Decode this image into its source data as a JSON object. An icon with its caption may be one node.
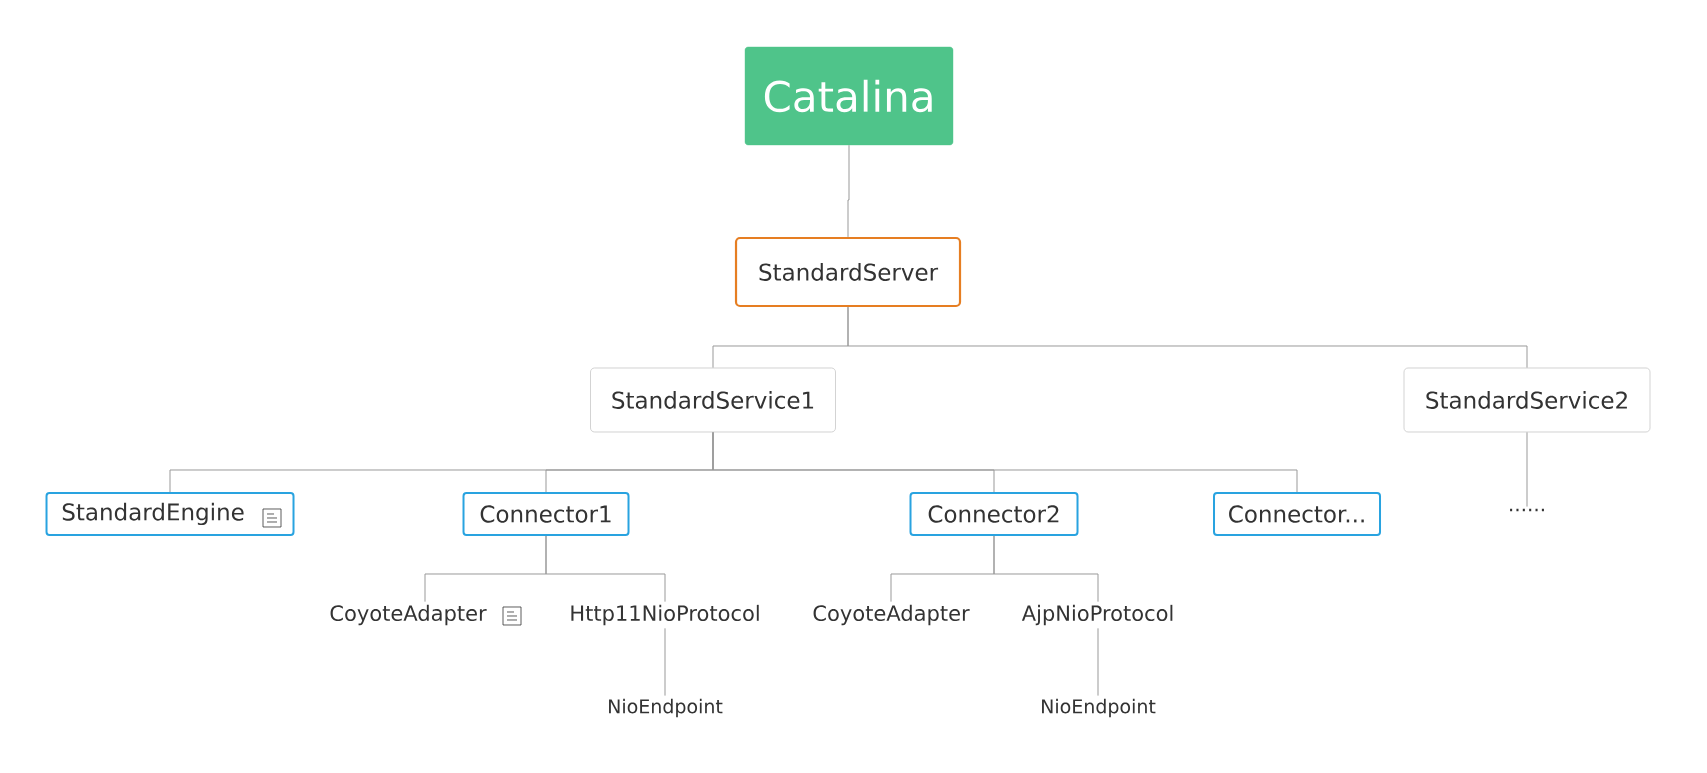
{
  "diagram": {
    "nodes": [
      {
        "text": [
          "Catalina"
        ]
      },
      {
        "text": [
          "StandardServer"
        ]
      },
      {
        "text": [
          "StandardService1"
        ]
      },
      {
        "text": [
          "StandardService2"
        ]
      },
      {
        "text": [
          "StandardEngine"
        ]
      },
      {
        "text": [
          "Connector1"
        ]
      },
      {
        "text": [
          "Connector2"
        ]
      },
      {
        "text": [
          "Connector..."
        ]
      },
      {
        "text": [
          "......"
        ]
      },
      {
        "text": [
          "CoyoteAdapter"
        ]
      },
      {
        "text": [
          "Http11NioProtocol"
        ]
      },
      {
        "text": [
          "CoyoteAdapter"
        ]
      },
      {
        "text": [
          "AjpNioProtocol"
        ]
      },
      {
        "text": [
          "NioEndpoint"
        ]
      },
      {
        "text": [
          "NioEndpoint"
        ]
      }
    ],
    "edges": [
      {
        "from": 0,
        "to": 1,
        "arrow": "none"
      },
      {
        "from": 1,
        "to": 2,
        "arrow": "none"
      },
      {
        "from": 1,
        "to": 3,
        "arrow": "none"
      },
      {
        "from": 2,
        "to": 4,
        "arrow": "none"
      },
      {
        "from": 2,
        "to": 5,
        "arrow": "none"
      },
      {
        "from": 2,
        "to": 6,
        "arrow": "none"
      },
      {
        "from": 2,
        "to": 7,
        "arrow": "none"
      },
      {
        "from": 3,
        "to": 8,
        "arrow": "none"
      },
      {
        "from": 5,
        "to": 9,
        "arrow": "none"
      },
      {
        "from": 5,
        "to": 10,
        "arrow": "none"
      },
      {
        "from": 6,
        "to": 11,
        "arrow": "none"
      },
      {
        "from": 6,
        "to": 12,
        "arrow": "none"
      },
      {
        "from": 10,
        "to": 13,
        "arrow": "none"
      },
      {
        "from": 12,
        "to": 14,
        "arrow": "none"
      }
    ]
  }
}
